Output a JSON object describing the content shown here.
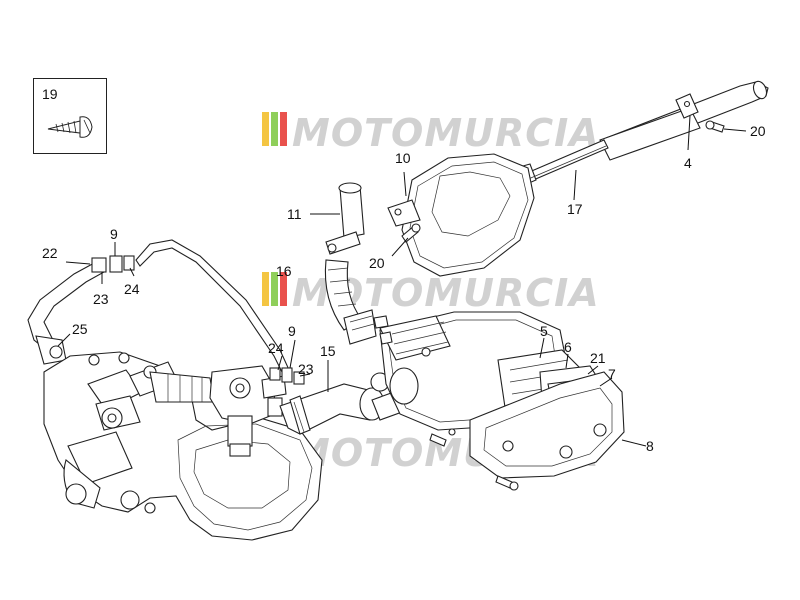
{
  "watermark": {
    "text": "MOTOMURCIA",
    "stripe_colors": [
      "#f4c542",
      "#8fcf5a",
      "#e9524d"
    ]
  },
  "inset": {
    "label": "19",
    "icon": "self-tapping-screw-icon"
  },
  "callouts": [
    {
      "id": "c4",
      "text": "4"
    },
    {
      "id": "c20a",
      "text": "20"
    },
    {
      "id": "c10",
      "text": "10"
    },
    {
      "id": "c17",
      "text": "17"
    },
    {
      "id": "c11",
      "text": "11"
    },
    {
      "id": "c20b",
      "text": "20"
    },
    {
      "id": "c16",
      "text": "16"
    },
    {
      "id": "c22",
      "text": "22"
    },
    {
      "id": "c9a",
      "text": "9"
    },
    {
      "id": "c23a",
      "text": "23"
    },
    {
      "id": "c24a",
      "text": "24"
    },
    {
      "id": "c25",
      "text": "25"
    },
    {
      "id": "c9b",
      "text": "9"
    },
    {
      "id": "c24b",
      "text": "24"
    },
    {
      "id": "c15",
      "text": "15"
    },
    {
      "id": "c23b",
      "text": "23"
    },
    {
      "id": "c5",
      "text": "5"
    },
    {
      "id": "c6",
      "text": "6"
    },
    {
      "id": "c21",
      "text": "21"
    },
    {
      "id": "c7",
      "text": "7"
    },
    {
      "id": "c8",
      "text": "8"
    }
  ]
}
